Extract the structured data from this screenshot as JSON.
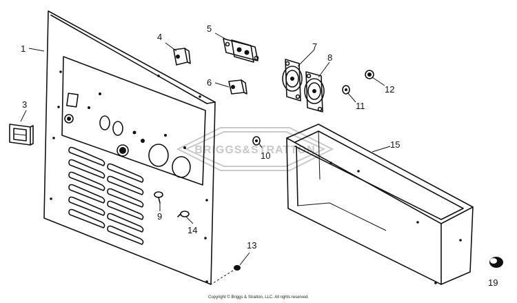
{
  "watermark": {
    "text": "BRIGGS&STRATTON"
  },
  "copyright": "Copyright © Briggs & Stratton, LLC. All rights reserved.",
  "callouts": {
    "c1": "1",
    "c3": "3",
    "c4": "4",
    "c5": "5",
    "c6": "6",
    "c7": "7",
    "c8": "8",
    "c9": "9",
    "c10": "10",
    "c11": "11",
    "c12": "12",
    "c13": "13",
    "c14": "14",
    "c15": "15",
    "c19": "19"
  }
}
